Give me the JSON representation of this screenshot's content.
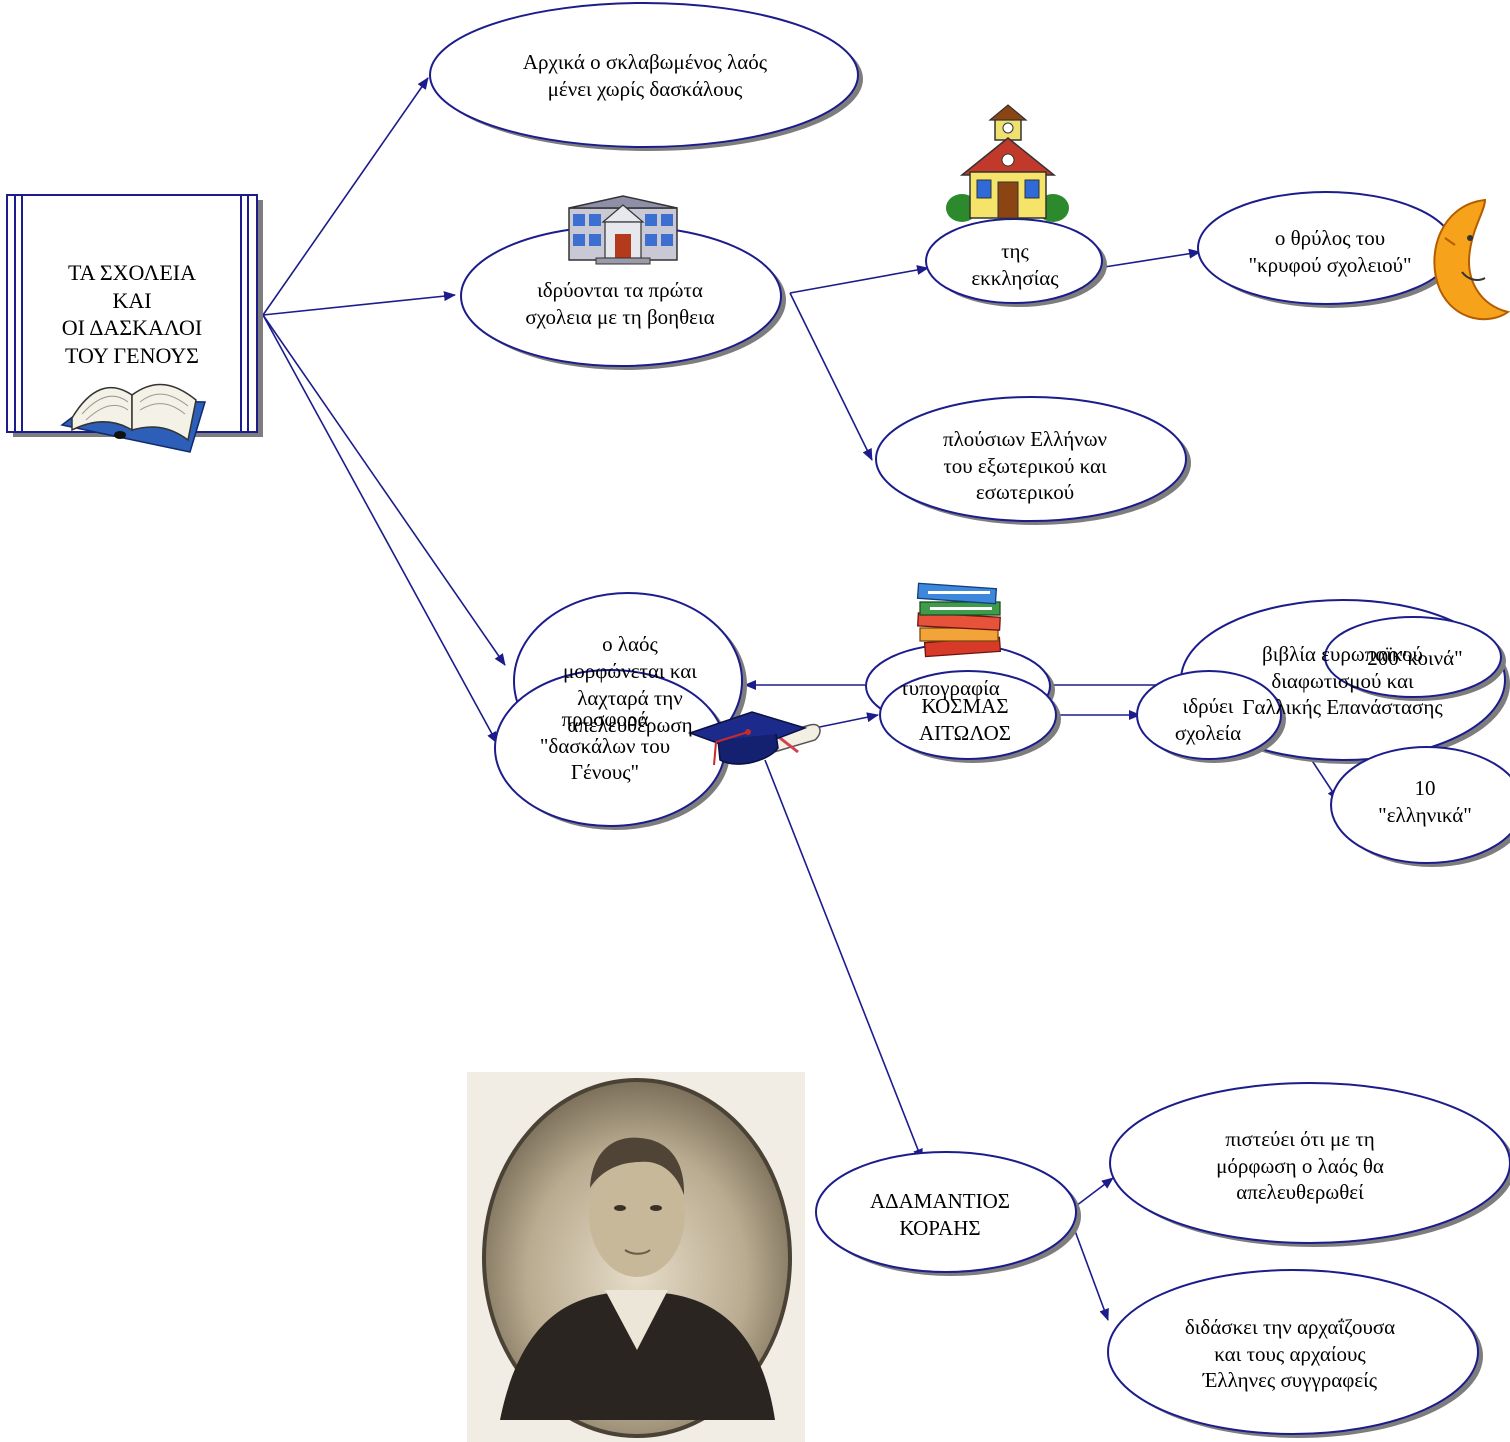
{
  "diagram": {
    "root": {
      "label": "ΤΑ ΣΧΟΛΕΙΑ\nΚΑΙ\nΟΙ ΔΑΣΚΑΛΟΙ\nΤΟΥ ΓΕΝΟΥΣ"
    },
    "nodes": {
      "initially": "Αρχικά ο σκλαβωμένος λαός\nμένει χωρίς δασκάλους",
      "first_schools": "ιδρύονται τα πρώτα\nσχολεια με τη βοηθεια",
      "church": "της\nεκκλησίας",
      "secret_school": "ο θρύλος του\n\"κρυφού σχολειού\"",
      "rich_greeks": "πλούσιων Ελλήνων\nτου εξωτερικού και\nεσωτερικού",
      "people_educated": "ο λαός\nμορφώνεται και\nλαχταρά την\nαπελευθέρωση",
      "printing": "τυπογραφία",
      "european_books": "βιβλία ευρωπαϊκού\nδιαφωτισμού και\nΓαλλικής Επανάστασης",
      "teachers_offer": "προσφορά\n\"δασκάλων του\nΓένους\"",
      "kosmas": "ΚΟΣΜΑΣ\nΑΙΤΩΛΟΣ",
      "founds_schools": "ιδρύει\nσχολεία",
      "koina": "200\"κοινά\"",
      "ellinika": "10\n\"ελληνικά\"",
      "korais": "ΑΔΑΜΑΝΤΙΟΣ\nΚΟΡΑΗΣ",
      "korais_belief": "πιστεύει ότι με τη\nμόρφωση ο λαός θα\nαπελευθερωθεί",
      "korais_teaches": "διδάσκει την αρχαΐζουσα\nκαι τους αρχαίους\nΈλληνες συγγραφείς"
    },
    "colors": {
      "node_border": "#1c1c8c",
      "shadow": "#7d7d7d",
      "arrow": "#1c1c8c"
    },
    "icons": [
      "book-icon",
      "school-building-icon",
      "church-school-icon",
      "moon-icon",
      "books-stack-icon",
      "graduation-cap-icon",
      "portrait-image"
    ]
  }
}
